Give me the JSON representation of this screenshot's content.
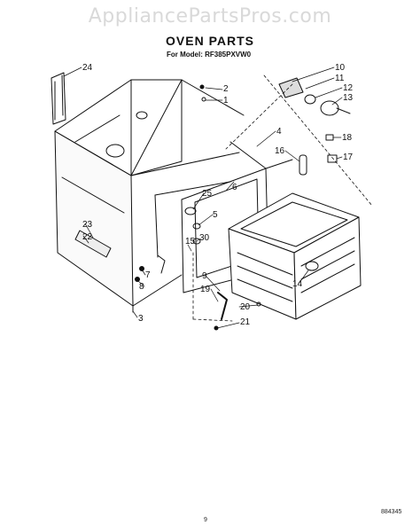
{
  "watermark": "AppliancePartsPros.com",
  "header": {
    "title": "OVEN PARTS",
    "model_line": "For Model: RF385PXVW0"
  },
  "callouts": [
    "24",
    "2",
    "1",
    "10",
    "11",
    "12",
    "13",
    "4",
    "18",
    "16",
    "17",
    "25",
    "6",
    "5",
    "23",
    "22",
    "30",
    "15",
    "14",
    "9",
    "7",
    "8",
    "19",
    "20",
    "21",
    "3"
  ],
  "footer": {
    "page_number": "9",
    "doc_code": "884345"
  }
}
